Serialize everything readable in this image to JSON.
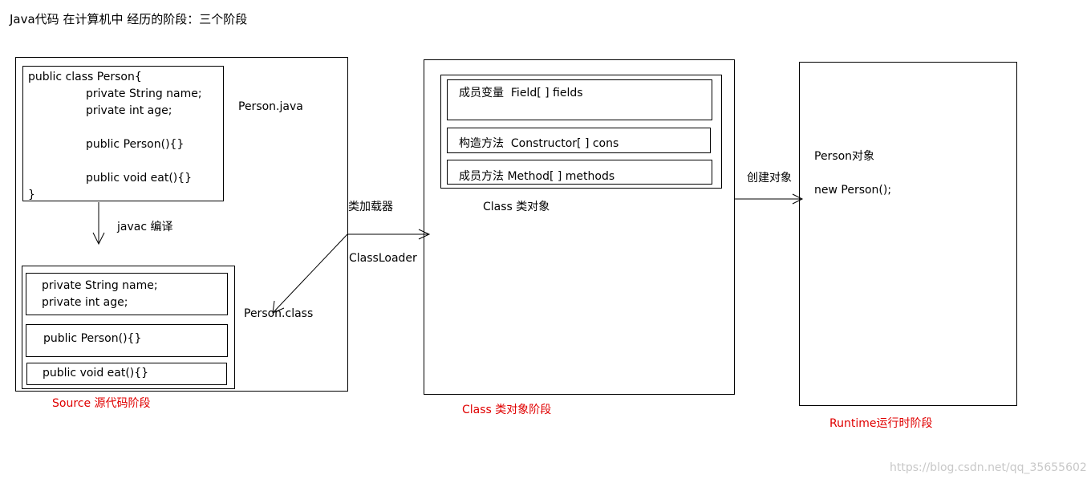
{
  "title": "Java代码 在计算机中 经历的阶段：三个阶段",
  "source": {
    "stage_label": "Source 源代码阶段",
    "java_file": "Person.java",
    "code_lines": [
      "public class Person{",
      "private String name;",
      "private int age;",
      "public Person(){}",
      "public void eat(){}",
      "}"
    ],
    "compile_label": "javac 编译",
    "class_file": "Person.class",
    "class_box_fields": [
      "private String name;",
      "private int age;"
    ],
    "class_box_ctor": "public Person(){}",
    "class_box_method": "public void eat(){}"
  },
  "classloader": {
    "label_cn": "类加载器",
    "label_en": "ClassLoader"
  },
  "class_stage": {
    "stage_label": "Class 类对象阶段",
    "object_label": "Class 类对象",
    "fields": "成员变量  Field[ ] fields",
    "constructors": "构造方法  Constructor[ ] cons",
    "methods": "成员方法 Method[ ] methods"
  },
  "create_label": "创建对象",
  "runtime": {
    "stage_label": "Runtime运行时阶段",
    "object_label": "Person对象",
    "new_expr": "new Person();"
  },
  "watermark": "https://blog.csdn.net/qq_35655602",
  "colors": {
    "stage_label": "#e00000",
    "line": "#000000",
    "watermark": "#c8c8c8"
  }
}
